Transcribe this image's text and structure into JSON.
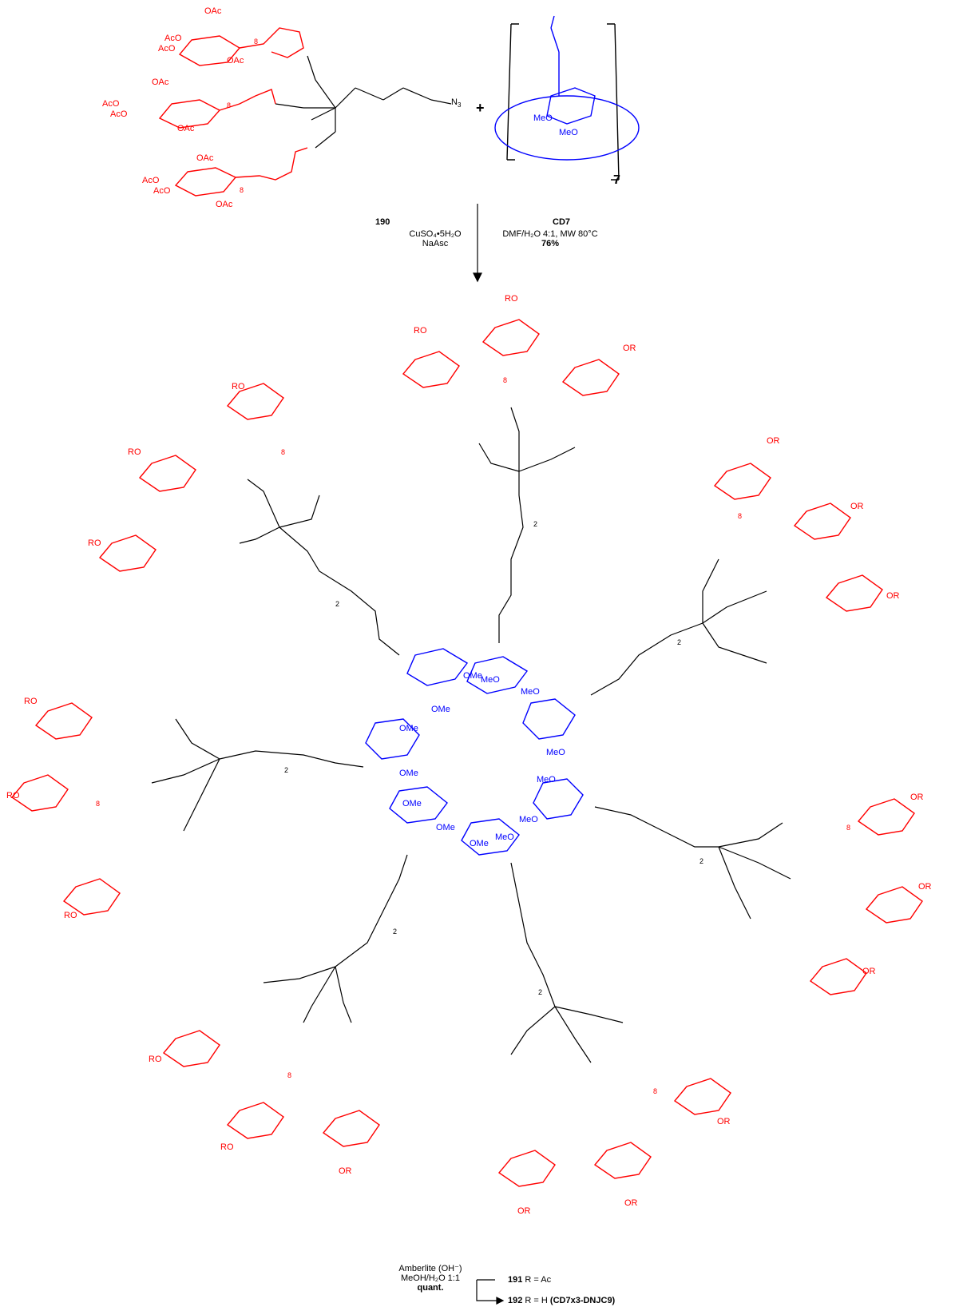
{
  "colors": {
    "sugar": "#ff0000",
    "cyclodextrin": "#0000ff",
    "linker": "#000000"
  },
  "reactants": {
    "dendron_label": "190",
    "dendron_substituents": [
      "OAc",
      "AcO",
      "AcO",
      "OAc",
      "OAc",
      "AcO",
      "AcO",
      "OAc",
      "OAc",
      "AcO",
      "AcO",
      "OAc"
    ],
    "chain_subscript": "8",
    "azide": "N",
    "azide_subscript": "3",
    "plus": "+",
    "cd_label": "CD7",
    "cd_repeat": "7",
    "cd_substituents": [
      "MeO",
      "MeO"
    ]
  },
  "step1": {
    "reagents_left": [
      "CuSO₄•5H₂O",
      "NaAsc"
    ],
    "reagents_right": [
      "DMF/H₂O 4:1, MW 80°C"
    ],
    "yield": "76%"
  },
  "product": {
    "sugar_group": "RO",
    "sugar_group_alt": "OR",
    "chain_subscript": "8",
    "peg_subscript": "2",
    "cd_ome": "OMe",
    "cd_meo": "MeO"
  },
  "step2": {
    "reagents": [
      "Amberlite (OH⁻)",
      "MeOH/H₂O 1:1"
    ],
    "yield": "quant.",
    "product_191_num": "191",
    "product_191_r": "R = Ac",
    "product_192_num": "192",
    "product_192_r": "R = H",
    "product_192_name": "(CD7x3-DNJC9)"
  }
}
